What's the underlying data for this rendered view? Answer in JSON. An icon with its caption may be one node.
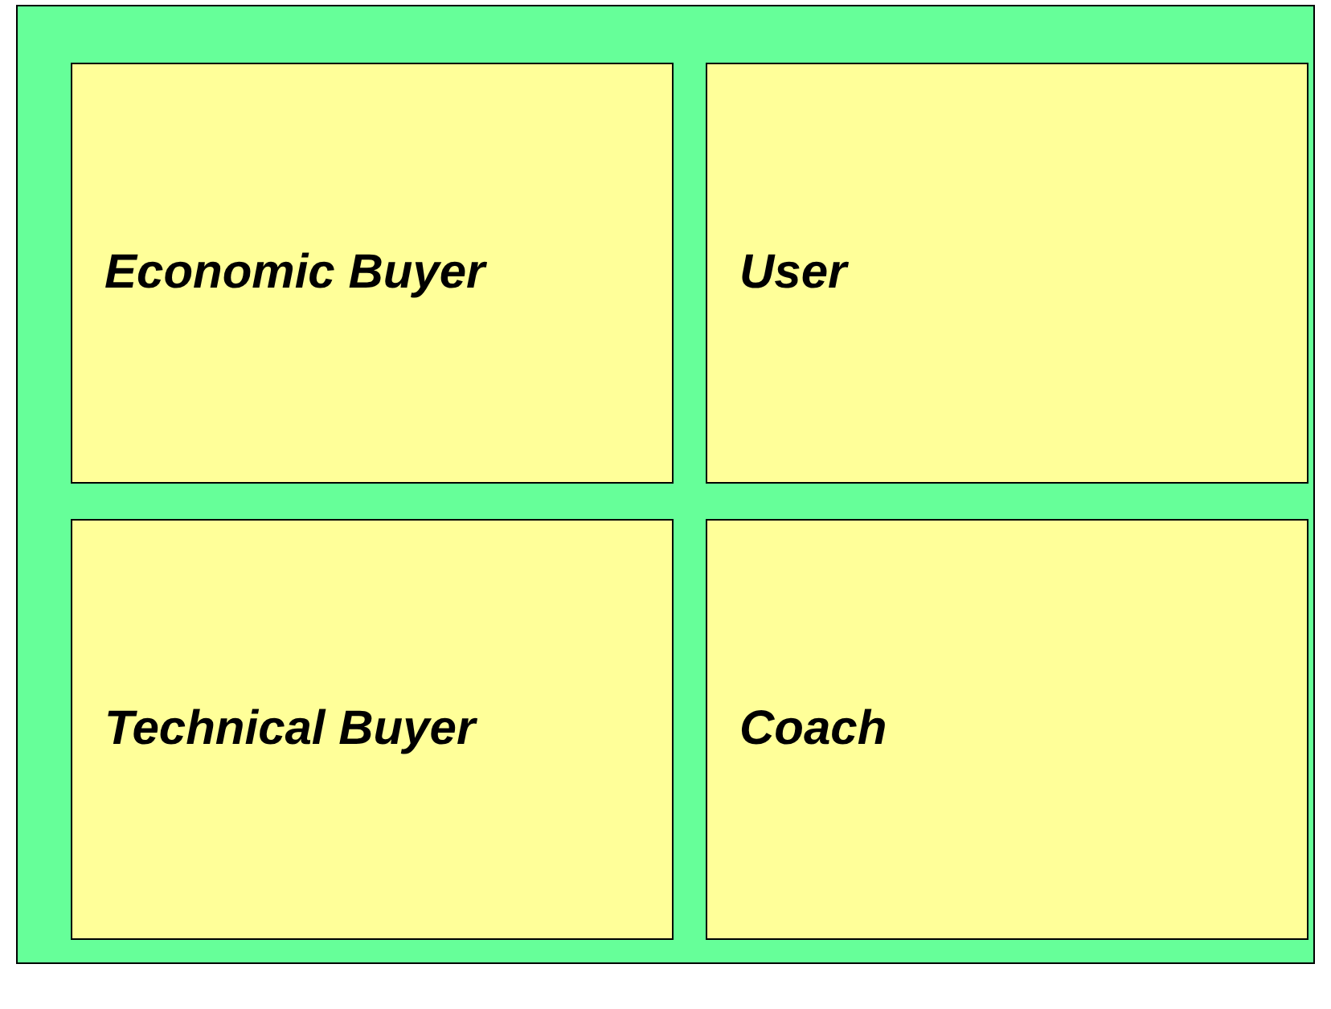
{
  "diagram": {
    "nodes": [
      {
        "text": [],
        "shape": "box"
      },
      {
        "text": [
          "Economic Buyer"
        ],
        "in": 0
      },
      {
        "text": [
          "User"
        ],
        "in": 0
      },
      {
        "text": [
          "Technical Buyer"
        ],
        "in": 0
      },
      {
        "text": [
          "Coach"
        ],
        "in": 0
      }
    ]
  }
}
